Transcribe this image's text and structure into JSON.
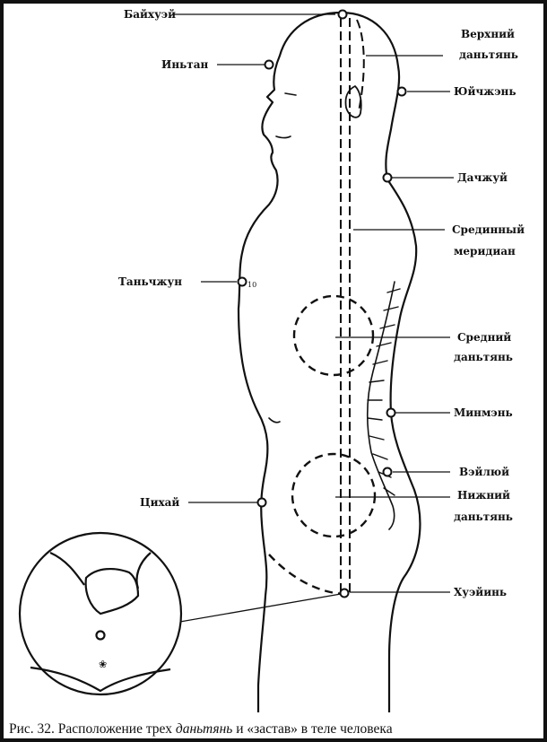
{
  "figure": {
    "caption": {
      "prefix": "Рис. 32. Расположение трех ",
      "italic": "даньтянь",
      "suffix": " и «застав» в теле человека"
    },
    "labels": {
      "baihui": "Байхуэй",
      "yintang": "Иньтан",
      "upper_dantian_1": "Верхний",
      "upper_dantian_2": "даньтянь",
      "yuzhen": "Юйчжэнь",
      "dazhui": "Дачжуй",
      "median_1": "Срединный",
      "median_2": "меридиан",
      "tanzhong": "Таньчжун",
      "middle_dantian_1": "Средний",
      "middle_dantian_2": "даньтянь",
      "mingmen": "Минмэнь",
      "weilu": "Вэйлюй",
      "qihai": "Цихай",
      "lower_dantian_1": "Нижний",
      "lower_dantian_2": "даньтянь",
      "huiyin": "Хуэйинь"
    }
  },
  "colors": {
    "ink": "#111111",
    "paper": "#ffffff"
  }
}
